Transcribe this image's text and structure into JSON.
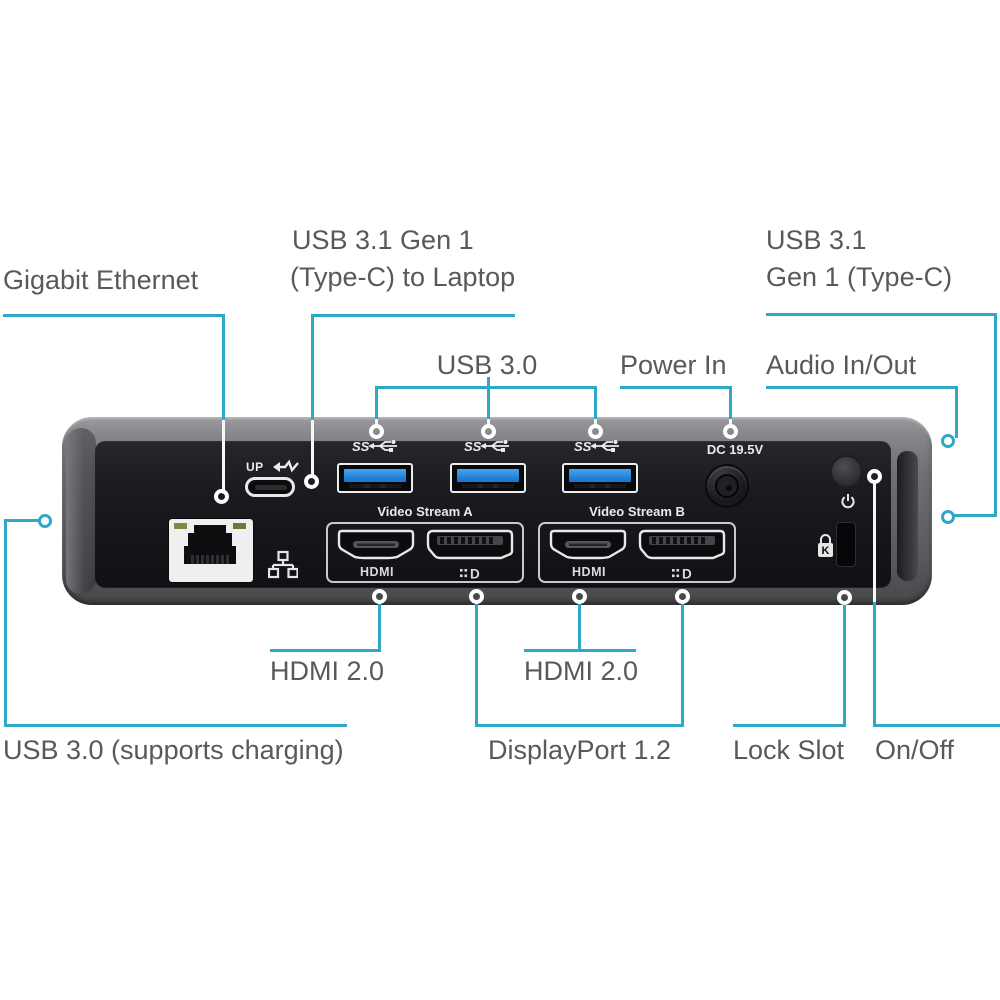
{
  "colors": {
    "accent_teal": "#2fa8c8",
    "label_gray": "#58595b",
    "usb_blue": "#1d79d2"
  },
  "callouts": {
    "gigabit_ethernet": "Gigabit Ethernet",
    "usbc_laptop_line1": "USB 3.1 Gen 1",
    "usbc_laptop_line2": "(Type-C) to Laptop",
    "usb30": "USB 3.0",
    "power_in": "Power In",
    "audio_in_out": "Audio In/Out",
    "usbc_right_line1": "USB 3.1",
    "usbc_right_line2": "Gen 1 (Type-C)",
    "hdmi_a": "HDMI 2.0",
    "hdmi_b": "HDMI 2.0",
    "displayport": "DisplayPort 1.2",
    "lock_slot": "Lock Slot",
    "on_off": "On/Off",
    "usb30_charging": "USB 3.0 (supports charging)"
  },
  "device": {
    "up_label": "UP",
    "ss_label": "SS",
    "dc_label": "DC 19.5V",
    "dp_logo_letter": "D",
    "lock_letter": "K",
    "video_groups": [
      {
        "title": "Video Stream A",
        "hdmi_label": "HDMI"
      },
      {
        "title": "Video Stream B",
        "hdmi_label": "HDMI"
      }
    ]
  }
}
